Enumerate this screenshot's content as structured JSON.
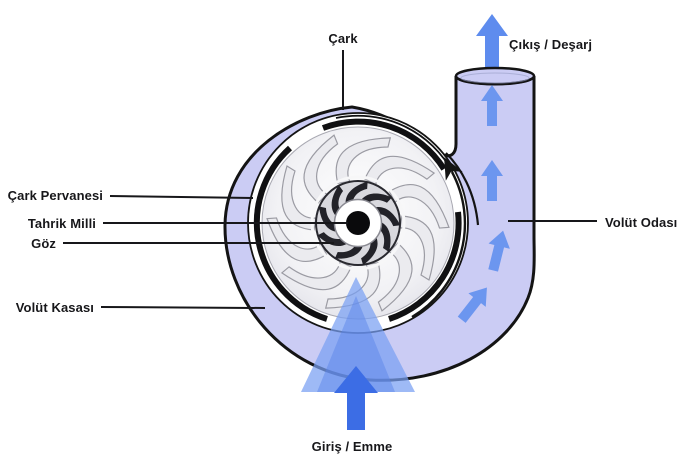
{
  "diagram": {
    "type": "centrifugal-pump-cutaway",
    "labels": {
      "impeller": "Çark",
      "discharge": "Çıkış / Deşarj",
      "impeller_vane": "Çark Pervanesi",
      "drive_shaft": "Tahrik Milli",
      "eye": "Göz",
      "volute_casing": "Volüt Kasası",
      "volute_chamber": "Volüt Odası",
      "suction": "Giriş / Emme"
    },
    "colors": {
      "casing_fill": "#cbccf4",
      "outline": "#141414",
      "flow_arrow": "#6c96ef",
      "discharge_arrow": "#5e8cee",
      "suction_arrow_outer": "#79a0f2",
      "suction_arrow_mid": "#5c86ea",
      "suction_arrow_solid": "#3c6de5",
      "impeller_disc": "#f6f6f8",
      "blade_fill": "#ebebef",
      "hub_fill": "#d9d9de"
    }
  }
}
